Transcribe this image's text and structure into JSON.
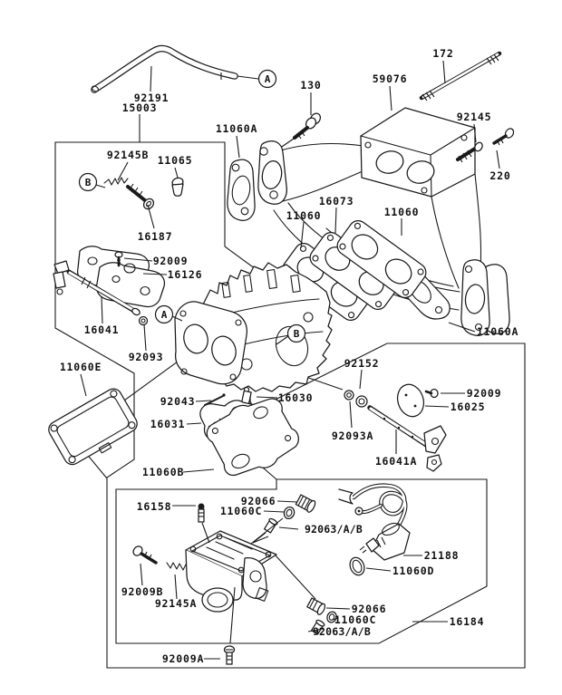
{
  "diagram": {
    "kind": "exploded-parts-diagram",
    "subject": "carburetor and intake manifold assembly",
    "background_color": "#ffffff",
    "line_color": "#1a1a1a",
    "callouts": {
      "a": "A",
      "b": "B"
    },
    "labels": {
      "l92191": "92191",
      "l15003": "15003",
      "l11060a_top": "11060A",
      "l130": "130",
      "l172": "172",
      "l59076": "59076",
      "l92145": "92145",
      "l220": "220",
      "l92145b": "92145B",
      "l11065": "11065",
      "l16187": "16187",
      "l92009_top": "92009",
      "l16126": "16126",
      "l16041": "16041",
      "l92093": "92093",
      "l11060e": "11060E",
      "l16073": "16073",
      "l11060_left": "11060",
      "l11060_right": "11060",
      "l92043": "92043",
      "l16030": "16030",
      "l16031": "16031",
      "l11060b": "11060B",
      "l92152": "92152",
      "l92009_right": "92009",
      "l16025": "16025",
      "l92093a": "92093A",
      "l16041a": "16041A",
      "l11060a_lower": "11060A",
      "l16158": "16158",
      "l92066_upper": "92066",
      "l11060c_upper": "11060C",
      "l92063_upper": "92063/A/B",
      "l92009b": "92009B",
      "l92145a": "92145A",
      "l21188": "21188",
      "l11060d": "11060D",
      "l92066_lower": "92066",
      "l11060c_lower": "11060C",
      "l92063_lower": "92063/A/B",
      "l16184": "16184",
      "l92009a": "92009A"
    }
  }
}
